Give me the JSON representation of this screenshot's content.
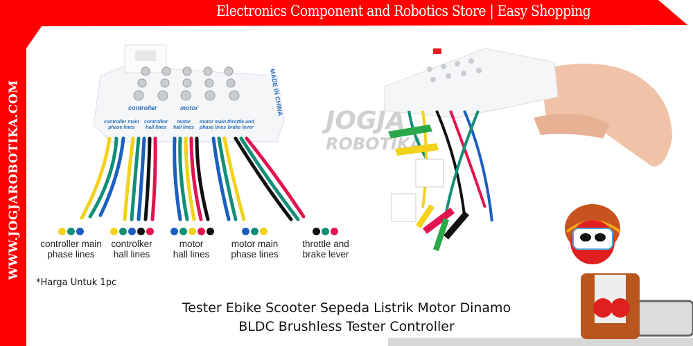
{
  "banner": {
    "text": "Electronics Component and Robotics Store | Easy Shopping"
  },
  "side": {
    "url": "WWW.JOGJAROBOTIKA.COM"
  },
  "watermark": {
    "line1": "JOGJA",
    "line2": "ROBOTIKA"
  },
  "device": {
    "controller_label": "controller",
    "motor_label": "motor",
    "made_in": "MADE IN CHINA"
  },
  "legend": [
    {
      "line1": "controller main",
      "line2": "phase lines",
      "colors": [
        "#f2d21b",
        "#138f78",
        "#1b5fbf"
      ]
    },
    {
      "line1": "controlker",
      "line2": "hall lines",
      "colors": [
        "#f2d21b",
        "#138f78",
        "#1b5fbf",
        "#111111",
        "#e3134f"
      ]
    },
    {
      "line1": "motor",
      "line2": "hall lines",
      "colors": [
        "#1b5fbf",
        "#138f78",
        "#f2d21b",
        "#e3134f",
        "#111111"
      ]
    },
    {
      "line1": "motor main",
      "line2": "phase lines",
      "colors": [
        "#1b5fbf",
        "#138f78",
        "#f2d21b"
      ]
    },
    {
      "line1": "throttle and",
      "line2": "brake lever",
      "colors": [
        "#111111",
        "#138f78",
        "#e3134f"
      ]
    }
  ],
  "note": "*Harga Untuk 1pc",
  "product_title": {
    "line1": "Tester Ebike Scooter Sepeda Listrik Motor Dinamo",
    "line2": "BLDC Brushless Tester Controller"
  },
  "colors": {
    "brand_red": "#ff0000"
  }
}
